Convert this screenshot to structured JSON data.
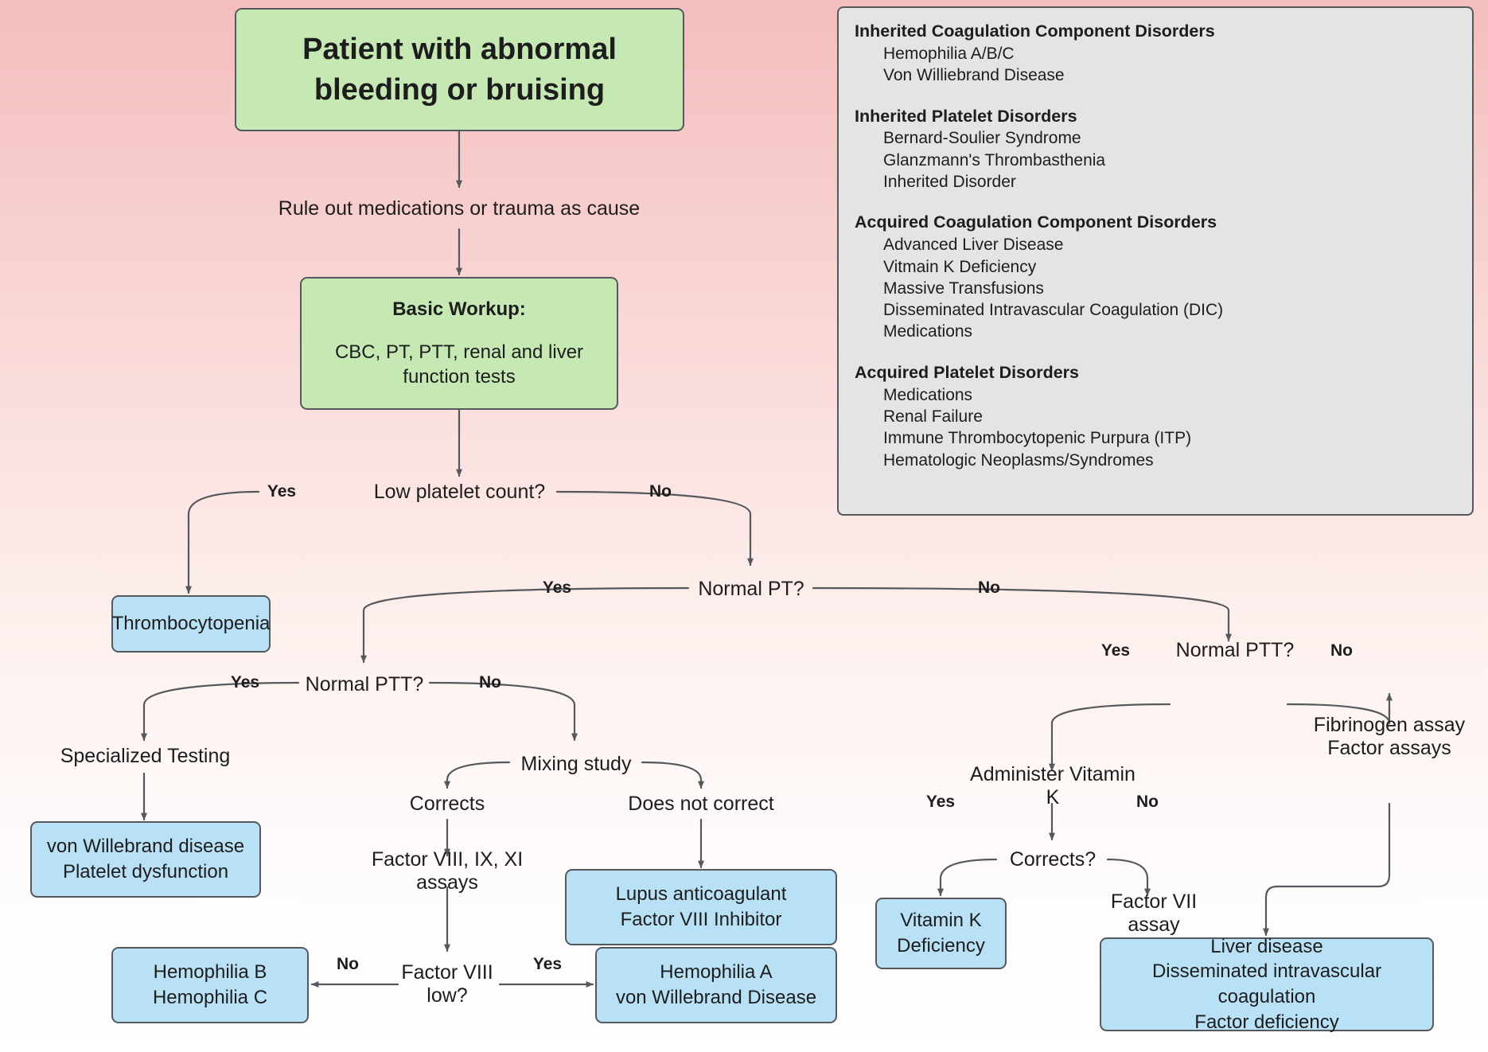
{
  "title": "Bleeding / bruising diagnostic algorithm flowchart",
  "colors": {
    "green_node": "#c6e9b4",
    "blue_node": "#b9e1f5",
    "legend_panel": "#e4e4e4",
    "border": "#55585c",
    "text": "#1d1d1d",
    "background_top": "#f4bdbd",
    "background_bottom": "#ffffff"
  },
  "flow": {
    "start": "Patient with abnormal\nbleeding or bruising",
    "start_line1": "Patient with abnormal",
    "start_line2": "bleeding or bruising",
    "rule_out": "Rule out medications or trauma as cause",
    "basic_workup_title": "Basic Workup:",
    "basic_workup_body": "CBC, PT, PTT, renal and liver function tests",
    "q_low_platelet": "Low platelet count?",
    "thrombocytopenia": "Thrombocytopenia",
    "q_normal_pt": "Normal PT?",
    "q_normal_ptt_left": "Normal PTT?",
    "q_normal_ptt_right": "Normal PTT?",
    "specialized_testing": "Specialized Testing",
    "vwd_platelet_dysfunction_line1": "von Willebrand disease",
    "vwd_platelet_dysfunction_line2": "Platelet dysfunction",
    "mixing_study": "Mixing study",
    "corrects": "Corrects",
    "does_not_correct": "Does not correct",
    "factor_assays": "Factor VIII, IX, XI assays",
    "lupus_line1": "Lupus anticoagulant",
    "lupus_line2": "Factor VIII Inhibitor",
    "q_factor_viii_low_line1": "Factor VIII",
    "q_factor_viii_low_line2": "low?",
    "hemophilia_bc_line1": "Hemophilia B",
    "hemophilia_bc_line2": "Hemophilia C",
    "hemophilia_a_line1": "Hemophilia A",
    "hemophilia_a_line2": "von Willebrand Disease",
    "administer_vitamin_k": "Administer Vitamin K",
    "q_corrects": "Corrects?",
    "vitamin_k_def_line1": "Vitamin K",
    "vitamin_k_def_line2": "Deficiency",
    "factor_vii_assay": "Factor VII assay",
    "fibrinogen_line1": "Fibrinogen assay",
    "fibrinogen_line2": "Factor assays",
    "liver_line1": "Liver disease",
    "liver_line2": "Disseminated intravascular coagulation",
    "liver_line3": "Factor deficiency"
  },
  "edge_labels": {
    "low_platelet_yes": "Yes",
    "low_platelet_no": "No",
    "normal_pt_yes": "Yes",
    "normal_pt_no": "No",
    "normal_ptt_left_yes": "Yes",
    "normal_ptt_left_no": "No",
    "normal_ptt_right_yes": "Yes",
    "normal_ptt_right_no": "No",
    "corrects_yes": "Yes",
    "corrects_no": "No",
    "factor_viii_no": "No",
    "factor_viii_yes": "Yes"
  },
  "legend": {
    "sections": [
      {
        "heading": "Inherited Coagulation Component Disorders",
        "items": [
          "Hemophilia A/B/C",
          "Von Williebrand Disease"
        ]
      },
      {
        "heading": "Inherited Platelet Disorders",
        "items": [
          "Bernard-Soulier Syndrome",
          "Glanzmann's Thrombasthenia",
          "Inherited Disorder"
        ]
      },
      {
        "heading": "Acquired Coagulation Component Disorders",
        "items": [
          "Advanced Liver Disease",
          "Vitmain K Deficiency",
          "Massive Transfusions",
          "Disseminated Intravascular Coagulation (DIC)",
          "Medications"
        ]
      },
      {
        "heading": "Acquired Platelet Disorders",
        "items": [
          "Medications",
          "Renal Failure",
          "Immune Thrombocytopenic Purpura (ITP)",
          "Hematologic Neoplasms/Syndromes"
        ]
      }
    ]
  }
}
